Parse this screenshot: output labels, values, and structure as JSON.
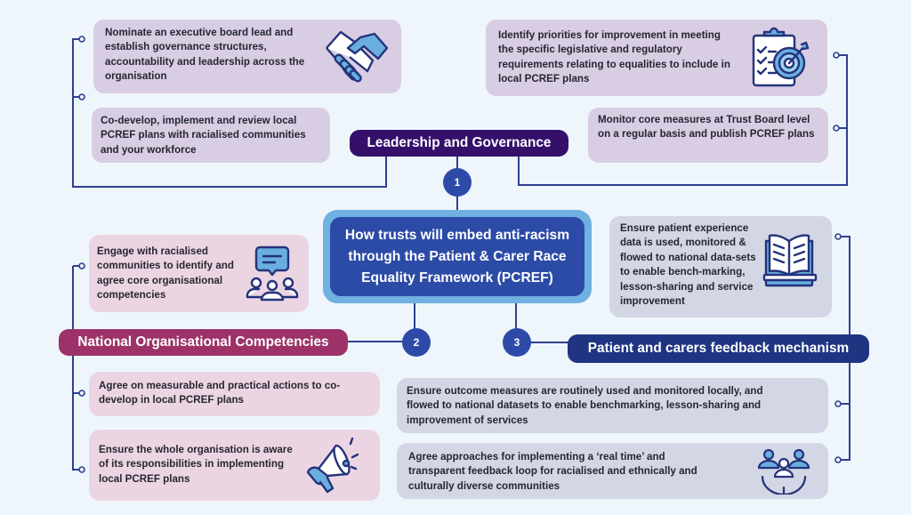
{
  "diagram": {
    "title": "How trusts will embed anti-racism through the Patient & Carer Race Equality Framework (PCREF)",
    "colors": {
      "background": "#eef6fc",
      "center_fill": "#2c4ba6",
      "center_border": "#6fb1e0",
      "leadership_pill": "#34106b",
      "competencies_pill": "#9c3268",
      "feedback_pill": "#1f3582",
      "number_badge": "#2e4aa8",
      "connector": "#2f3f8f"
    },
    "sections": [
      {
        "number": "1",
        "heading": "Leadership and Governance",
        "items": [
          {
            "text": "Nominate an executive board lead and establish governance structures, accountability and leadership across the organisation",
            "icon": "handshake-icon"
          },
          {
            "text": "Co-develop, implement and review local PCREF plans with racialised communities and your workforce",
            "icon": null
          },
          {
            "text": "Identify priorities for improvement in meeting the specific legislative and regulatory requirements relating to equalities to include in local PCREF plans",
            "icon": "clipboard-target-icon"
          },
          {
            "text": "Monitor core measures at Trust Board level on a regular basis and publish PCREF plans",
            "icon": null
          }
        ]
      },
      {
        "number": "2",
        "heading": "National Organisational Competencies",
        "items": [
          {
            "text": "Engage with racialised communities to identify and agree core organisational competencies",
            "icon": "community-chat-icon"
          },
          {
            "text": "Agree on measurable and practical actions to co-develop in local PCREF plans",
            "icon": null
          },
          {
            "text": "Ensure the whole organisation is aware of its responsibilities in implementing local PCREF plans",
            "icon": "megaphone-icon"
          }
        ]
      },
      {
        "number": "3",
        "heading": "Patient and carers feedback mechanism",
        "items": [
          {
            "text": "Ensure patient experience data is used, monitored & flowed to national data-sets to enable bench-marking, lesson-sharing and service improvement",
            "icon": "open-book-icon"
          },
          {
            "text": "Ensure outcome measures are routinely used and monitored locally, and flowed to national datasets to enable benchmarking, lesson-sharing and improvement of services",
            "icon": null
          },
          {
            "text": "Agree approaches for implementing a ‘real time’ and transparent feedback loop for racialised and ethnically and culturally diverse communities",
            "icon": "people-feedback-loop-icon"
          }
        ]
      }
    ]
  }
}
